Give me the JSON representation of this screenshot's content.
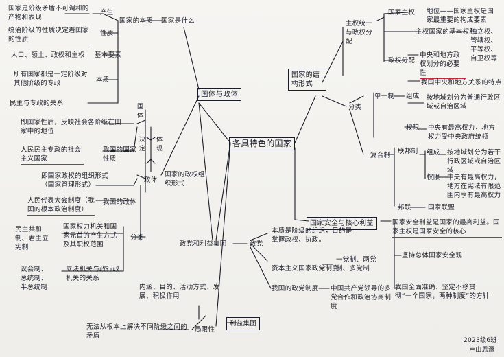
{
  "center": "各具特色的国家",
  "branch_left": "国体与政体",
  "branch_right": "国家的结构形式",
  "guoti": {
    "title": "国家是什么",
    "essence": "国家的本质",
    "items": {
      "origin_text": "国家是阶级矛盾不可调和的产物和表现",
      "origin_label": "产生",
      "nature_text": "统治阶级的性质决定着国家的性质",
      "nature_label": "性质",
      "elements_text": "人口、领土、政权和主权",
      "elements_label": "基本要素",
      "substance_text": "所有国家都是一定阶级对其他阶级的专政",
      "substance_label": "本质",
      "democracy_text": "民主与专政的关系"
    }
  },
  "relation": {
    "guoti": "国体",
    "decides": "决定",
    "reflects": "体现",
    "zhengti": "政体"
  },
  "china_nature": {
    "text1": "即国家性质，反映社会各阶级在国家中的地位",
    "text2": "人民民主专政的社会主义国家",
    "label": "我国的国家性质"
  },
  "zhengti": {
    "title": "国家的政权组织形式",
    "text1": "即国家政权的组织形式（国家管理形式）",
    "text2": "人民代表大会制度（我国的根本政治制度）",
    "label2": "我国的政体",
    "cat_label": "分类",
    "cat1_left": "民主共和制、君主立宪制",
    "cat1_text": "国家权力机关和国家元首的产生方式及其职权范围",
    "cat2_left": "议会制、总统制、半总统制",
    "cat2_text": "立法机关与政行政机关的关系"
  },
  "party": {
    "title": "政党和利益集团",
    "party_label": "政党",
    "p1": "本质是阶级的组织，目的是掌握政权、执政。",
    "p2_a": "资本主义国家政党制度",
    "p2_b": "一党制、两党制、多党制",
    "p3_a": "我国的政党制度",
    "p3_b": "中国共产党领导的多党合作和政治协商制度",
    "group_label": "利益集团",
    "g1": "内涵、目的、活动方式、发展、积极作用",
    "limit_label": "局限性",
    "g2": "无法从根本上解决不同阶级之间的矛盾"
  },
  "structure": {
    "unitary_fed": "主权统一与政权分配",
    "sovereignty": "国家主权",
    "place": "地位——国家主权是国家最重要的构成要素",
    "basic_right": "主权国家的基本权利",
    "rights": "独立权、管辖权、平等权、自卫权等",
    "power": "政权分配",
    "central_local": "中央和地方政权划分的必要性",
    "china_cl": "我国中央和地方关系的特点",
    "cat_label": "分类",
    "single": "单一制",
    "single_org": "组成",
    "single_org_text": "按地域划分为普通行政区域或自治区域",
    "single_power": "权限",
    "single_power_text": "中央有最高权力，地方权力受中央政府统领",
    "compound": "复合制",
    "federal": "联邦制",
    "fed_org": "组成",
    "fed_org_text": "按地域划分为若干行政区域或自治区域",
    "fed_power": "权限",
    "fed_power_text": "中央有最高权力，地方在宪法有限范围内享有最高权力",
    "confed": "邦联",
    "confed_text": "国家联盟"
  },
  "security": {
    "title": "国家安全与核心利益",
    "s1": "国家安全利益是国家的最高利益。国家主权是国家安全的核心",
    "s2": "坚持总体国家安全观",
    "s3": "我国全面准确、坚定不移贯彻“一个国家，两种制度”的方针"
  },
  "signature": {
    "class": "2023级6班",
    "name": "卢山恩源"
  }
}
